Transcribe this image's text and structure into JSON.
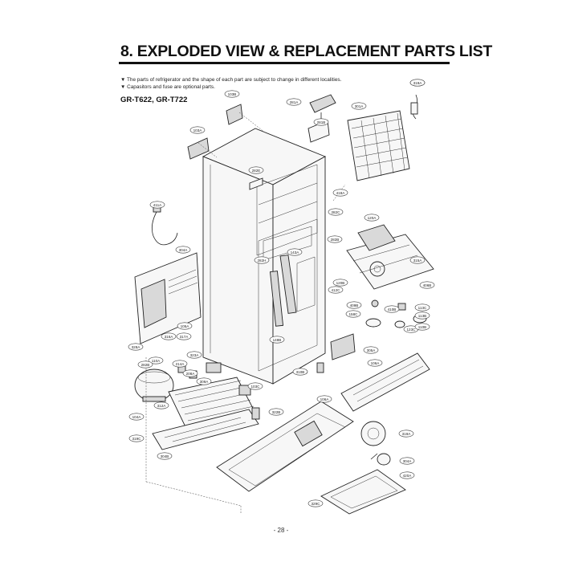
{
  "header": {
    "title": "8. EXPLODED VIEW & REPLACEMENT PARTS LIST",
    "notes": [
      "▼ The parts of refrigerator and the shape of each part are subject to change in different localities.",
      "▼ Capasitors and fuse are optional parts."
    ],
    "models": "GR-T622, GR-T722"
  },
  "callouts": [
    "401A",
    "103B",
    "281A",
    "301A",
    "281B",
    "103A",
    "282E",
    "418A",
    "411A",
    "282C",
    "120A",
    "282B",
    "304A",
    "143A",
    "282H",
    "315A",
    "120B",
    "412C",
    "406B",
    "409B",
    "410B",
    "158C",
    "113C",
    "113B",
    "105A",
    "316A",
    "317A",
    "328A",
    "148B",
    "123C",
    "110B",
    "110A",
    "323A",
    "305A",
    "282B",
    "214A",
    "208A",
    "309A",
    "310B",
    "106A",
    "103C",
    "312A",
    "104A",
    "322B",
    "106A",
    "319A",
    "319C",
    "304B",
    "304A",
    "420A",
    "329C",
    "319A"
  ],
  "footer": {
    "page": "- 28 -"
  }
}
